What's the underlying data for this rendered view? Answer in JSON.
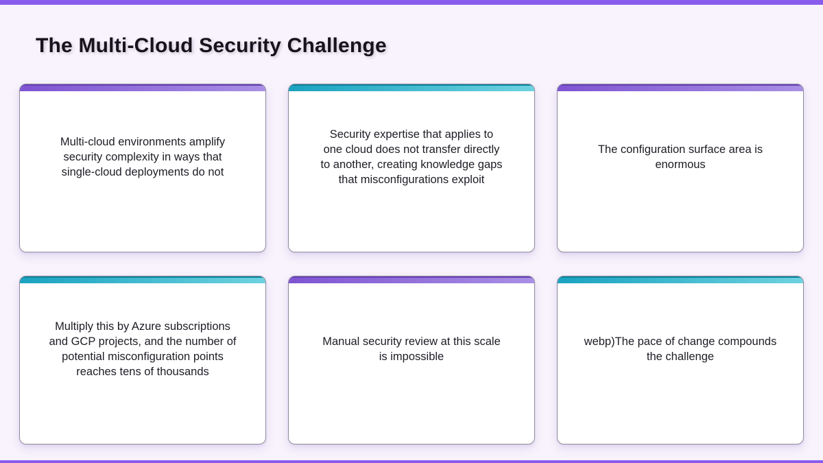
{
  "page": {
    "title": "The Multi-Cloud Security Challenge",
    "colors": {
      "background": "#f8f3fc",
      "top_bar": "#8a5cec",
      "bottom_bar": "#8a5cec",
      "card_background": "#ffffff",
      "card_border": "#8e8a99",
      "card_text": "#1e1b24",
      "title_text": "#17131d",
      "accent_purple_start": "#7e54d2",
      "accent_purple_end": "#a98fe4",
      "accent_purple_edge": "#6a41b8",
      "accent_teal_start": "#1aa2c0",
      "accent_teal_end": "#6ed2e0",
      "accent_teal_edge": "#0d86a0"
    }
  },
  "cards": [
    {
      "accent": "purple",
      "text": "Multi-cloud environments amplify\nsecurity complexity in ways that\nsingle-cloud deployments do not"
    },
    {
      "accent": "teal",
      "text": "Security expertise that applies to\none cloud does not transfer directly\nto another, creating knowledge gaps\nthat misconfigurations exploit"
    },
    {
      "accent": "purple",
      "text": "The configuration surface area is\nenormous"
    },
    {
      "accent": "teal",
      "text": "Multiply this by Azure subscriptions\nand GCP projects, and the number of\npotential misconfiguration points\nreaches tens of thousands"
    },
    {
      "accent": "purple",
      "text": "Manual security review at this scale\nis impossible"
    },
    {
      "accent": "teal",
      "text": "webp)The pace of change compounds\nthe challenge"
    }
  ]
}
